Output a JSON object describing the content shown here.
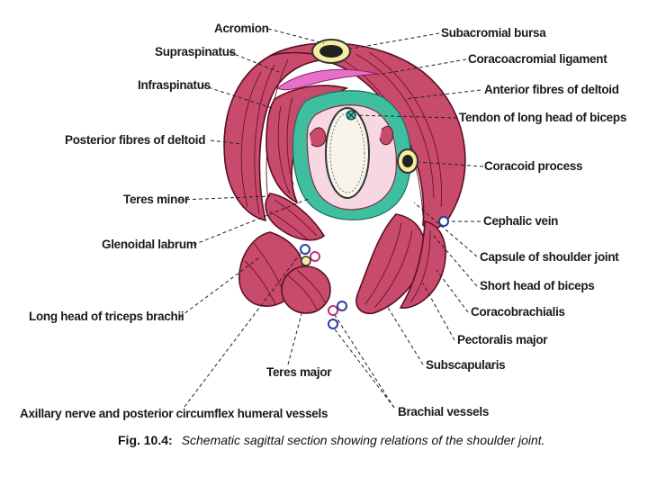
{
  "figure": {
    "labels": {
      "acromion": "Acromion",
      "supraspinatus": "Supraspinatus",
      "infraspinatus": "Infraspinatus",
      "posterior_deltoid": "Posterior fibres of deltoid",
      "teres_minor": "Teres minor",
      "glenoidal_labrum": "Glenoidal labrum",
      "long_head_triceps": "Long head of triceps brachii",
      "axillary_nerve": "Axillary nerve and posterior circumflex humeral vessels",
      "teres_major": "Teres major",
      "subacromial_bursa": "Subacromial bursa",
      "coracoacromial_ligament": "Coracoacromial ligament",
      "anterior_deltoid": "Anterior fibres of deltoid",
      "tendon_biceps": "Tendon of long head of biceps",
      "coracoid_process": "Coracoid process",
      "cephalic_vein": "Cephalic vein",
      "capsule": "Capsule of shoulder joint",
      "short_head_biceps": "Short head of biceps",
      "coracobrachialis": "Coracobrachialis",
      "pectoralis_major": "Pectoralis major",
      "subscapularis": "Subscapularis",
      "brachial_vessels": "Brachial vessels"
    },
    "caption": {
      "number": "Fig. 10.4:",
      "text": "Schematic sagittal section showing relations of the shoulder joint."
    },
    "colors": {
      "muscle": "#c84a6c",
      "muscle_outline": "#5a1020",
      "capsule_green": "#3fbfa0",
      "bone": "#f3ead8",
      "cartilage": "#f7d8e2",
      "bursa": "#f5eea0",
      "supraspinatus_band": "#e870c8"
    }
  }
}
